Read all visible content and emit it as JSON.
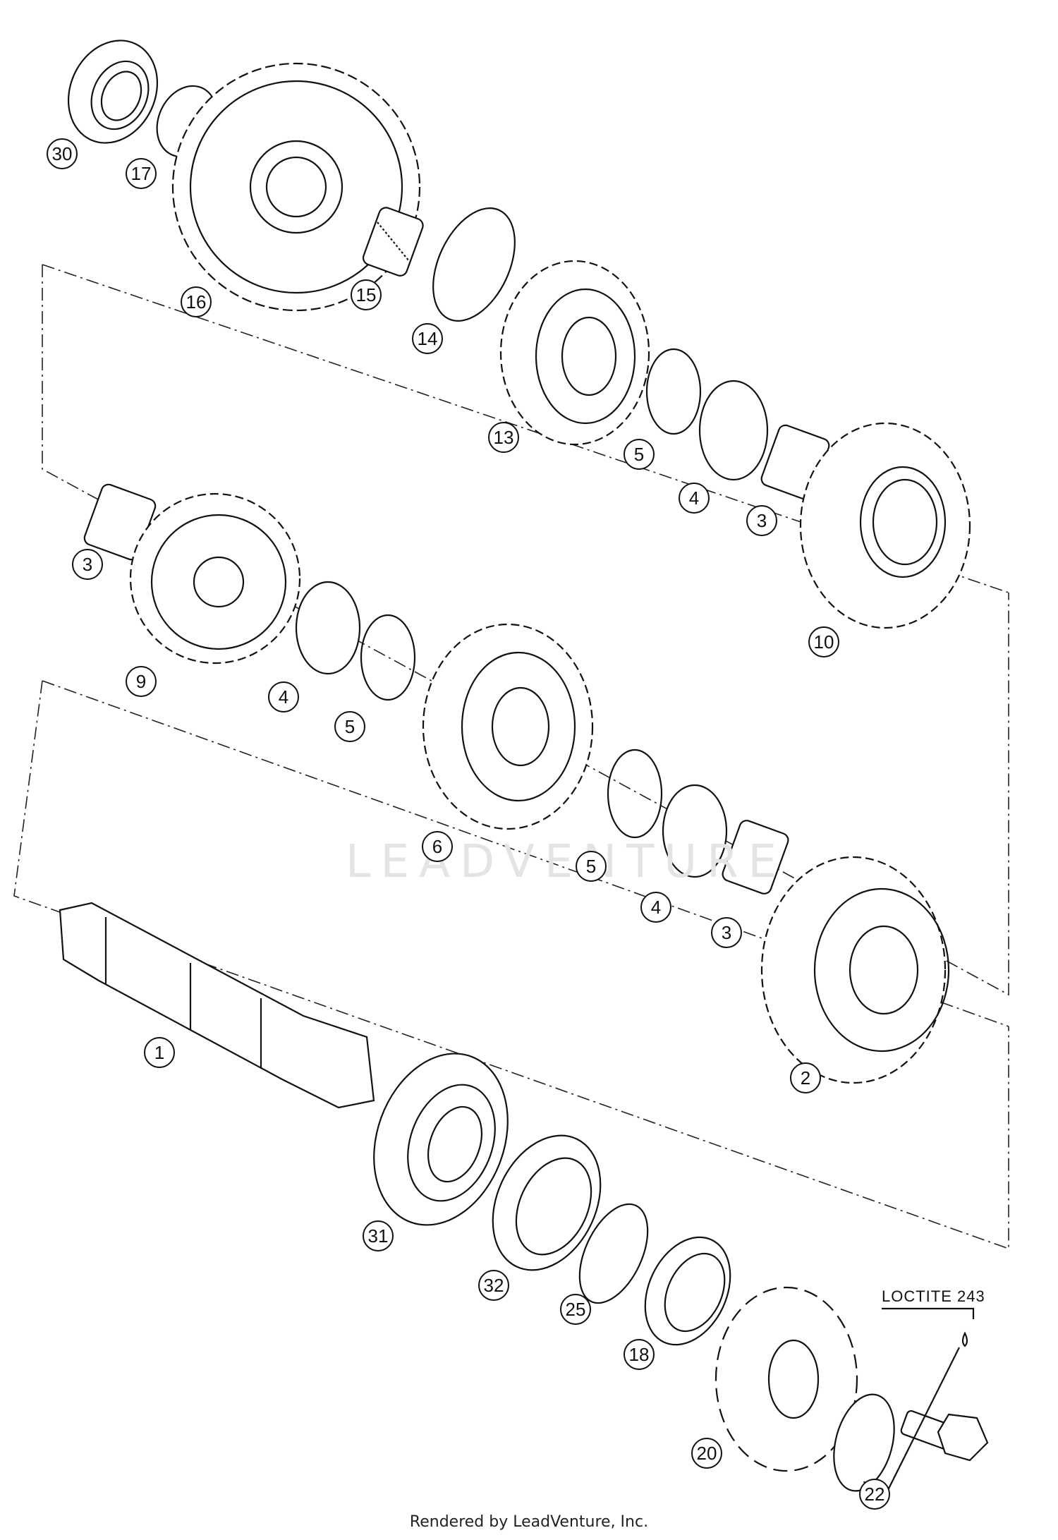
{
  "part_labels": [
    "30",
    "17",
    "16",
    "15",
    "14",
    "13",
    "5",
    "4",
    "3",
    "10",
    "3",
    "9",
    "4",
    "5",
    "6",
    "5",
    "4",
    "3",
    "2",
    "1",
    "31",
    "32",
    "25",
    "18",
    "20",
    "22"
  ],
  "note": "LOCTITE 243",
  "watermark": "LEADVENTURE",
  "footer": "Rendered by LeadVenture, Inc."
}
